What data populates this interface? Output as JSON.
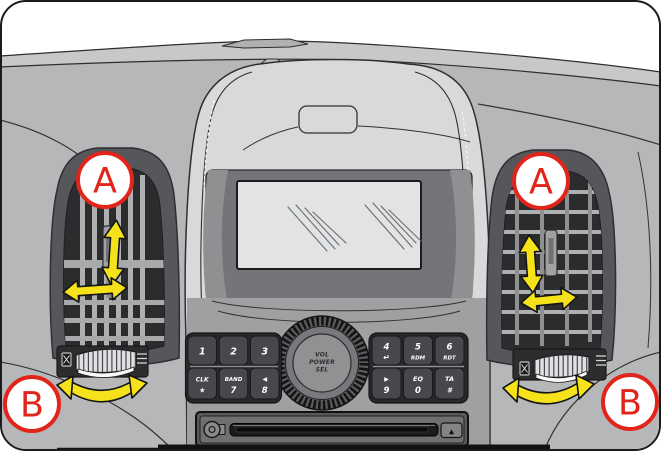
{
  "figure": {
    "type": "car-dashboard-air-vent-diagram",
    "callouts": {
      "a": "A",
      "b": "B"
    }
  },
  "radio": {
    "knob": {
      "line1": "VOL",
      "line2": "POWER",
      "line3": "SEL"
    },
    "left_buttons": [
      {
        "line1": "1",
        "line2": ""
      },
      {
        "line1": "2",
        "line2": ""
      },
      {
        "line1": "3",
        "line2": ""
      },
      {
        "line1": "CLK",
        "line2": "★"
      },
      {
        "line1": "BAND",
        "line2": "7"
      },
      {
        "line1": "◀",
        "line2": "8"
      }
    ],
    "right_buttons": [
      {
        "line1": "4",
        "line2": "↵"
      },
      {
        "line1": "5",
        "line2": "RDM"
      },
      {
        "line1": "6",
        "line2": "RDT"
      },
      {
        "line1": "▶",
        "line2": "9"
      },
      {
        "line1": "EQ",
        "line2": "0"
      },
      {
        "line1": "TA",
        "line2": "#"
      }
    ],
    "eject": "▲"
  },
  "icons": {
    "vent-vertical-arrow-icon": "↕",
    "vent-horizontal-arrow-icon": "↔",
    "thumbwheel-rotate-arrow-icon": "curved ↔",
    "eject-icon": "▲",
    "star-icon": "★",
    "enter-icon": "↵",
    "reverse-icon": "◀",
    "forward-icon": "▶"
  },
  "colors": {
    "callout_red": "#E1251B",
    "arrow_yellow": "#F5E21B",
    "dash_light_gray": "#D8D9DB",
    "dash_mid_gray": "#B5B7B9",
    "vent_dark_gray": "#55575A",
    "background": "#FFFFFF"
  }
}
